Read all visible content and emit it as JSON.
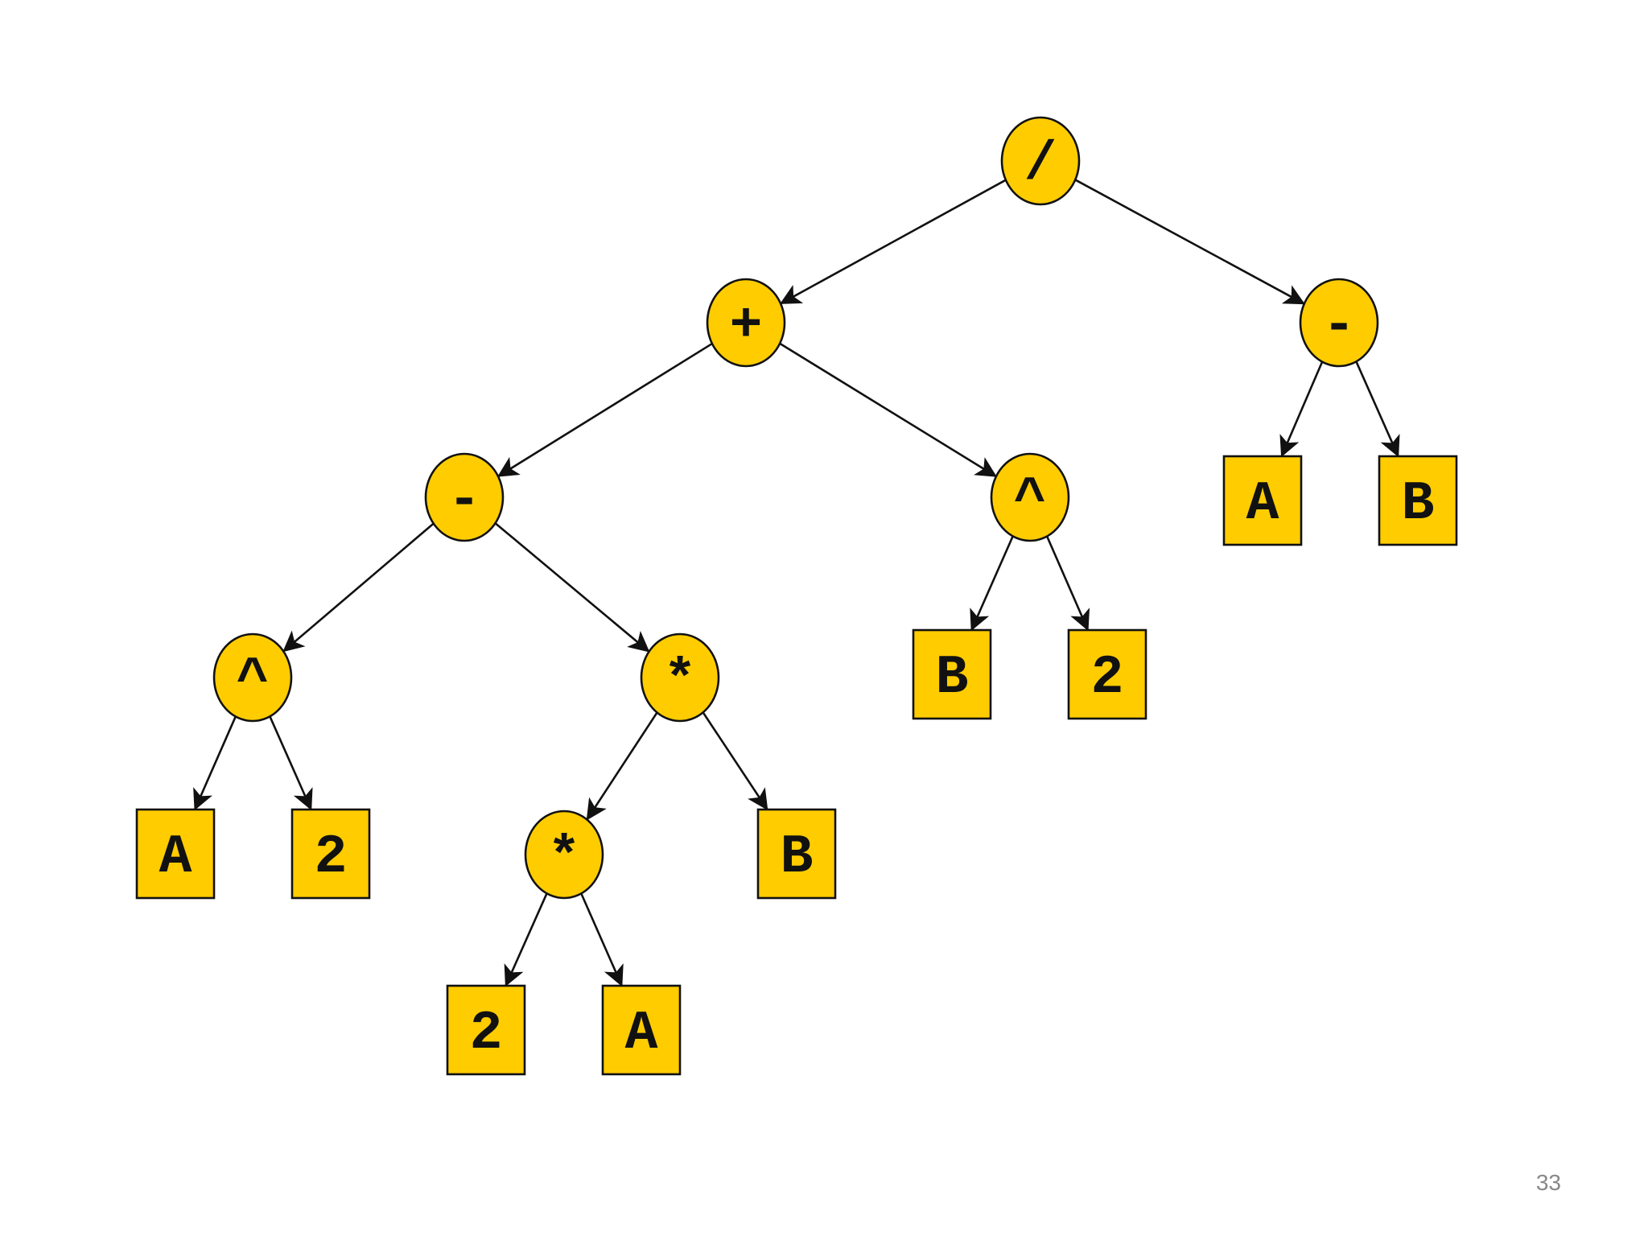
{
  "diagram": {
    "colors": {
      "node_fill": "#FFCC00",
      "node_stroke": "#111111",
      "edge": "#111111",
      "label": "#111111"
    },
    "nodes": [
      {
        "id": "div",
        "label": "/",
        "shape": "circle"
      },
      {
        "id": "plus",
        "label": "+",
        "shape": "circle"
      },
      {
        "id": "minus_r",
        "label": "-",
        "shape": "circle"
      },
      {
        "id": "minus_l",
        "label": "-",
        "shape": "circle"
      },
      {
        "id": "pow_r",
        "label": "^",
        "shape": "circle"
      },
      {
        "id": "pow_l",
        "label": "^",
        "shape": "circle"
      },
      {
        "id": "mul_a",
        "label": "*",
        "shape": "circle"
      },
      {
        "id": "mul_b",
        "label": "*",
        "shape": "circle"
      },
      {
        "id": "leaf_a1",
        "label": "A",
        "shape": "square"
      },
      {
        "id": "leaf_21",
        "label": "2",
        "shape": "square"
      },
      {
        "id": "leaf_22",
        "label": "2",
        "shape": "square"
      },
      {
        "id": "leaf_a2",
        "label": "A",
        "shape": "square"
      },
      {
        "id": "leaf_b1",
        "label": "B",
        "shape": "square"
      },
      {
        "id": "leaf_b2",
        "label": "B",
        "shape": "square"
      },
      {
        "id": "leaf_23",
        "label": "2",
        "shape": "square"
      },
      {
        "id": "leaf_a3",
        "label": "A",
        "shape": "square"
      },
      {
        "id": "leaf_b3",
        "label": "B",
        "shape": "square"
      }
    ],
    "edges": [
      [
        "div",
        "plus"
      ],
      [
        "div",
        "minus_r"
      ],
      [
        "plus",
        "minus_l"
      ],
      [
        "plus",
        "pow_r"
      ],
      [
        "minus_r",
        "leaf_a3"
      ],
      [
        "minus_r",
        "leaf_b3"
      ],
      [
        "minus_l",
        "pow_l"
      ],
      [
        "minus_l",
        "mul_a"
      ],
      [
        "pow_r",
        "leaf_b2"
      ],
      [
        "pow_r",
        "leaf_23"
      ],
      [
        "pow_l",
        "leaf_a1"
      ],
      [
        "pow_l",
        "leaf_21"
      ],
      [
        "mul_a",
        "mul_b"
      ],
      [
        "mul_a",
        "leaf_b1"
      ],
      [
        "mul_b",
        "leaf_22"
      ],
      [
        "mul_b",
        "leaf_a2"
      ]
    ]
  },
  "page_number": "33"
}
